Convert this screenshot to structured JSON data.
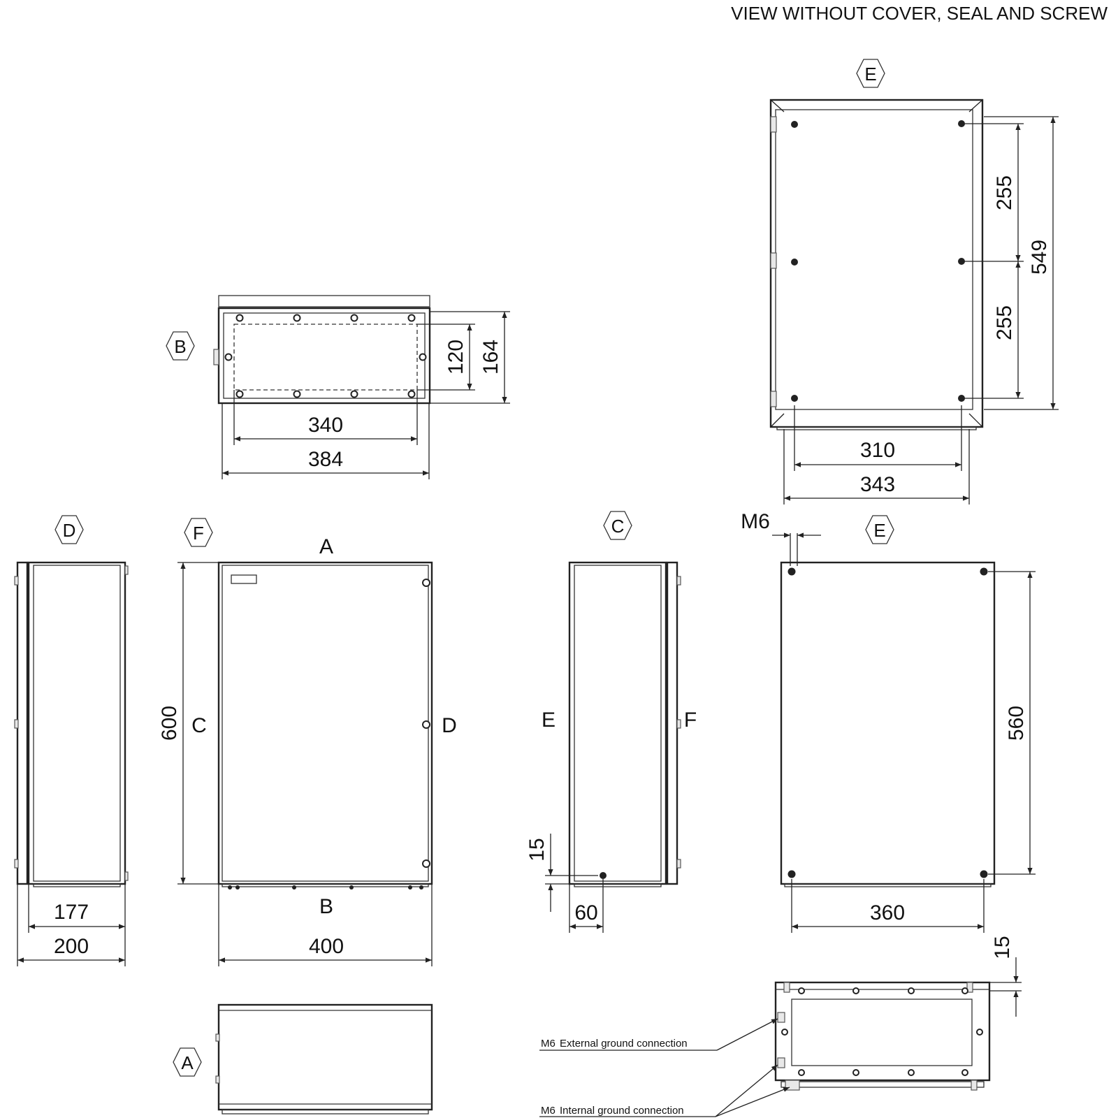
{
  "title": "VIEW WITHOUT COVER, SEAL AND SCREW",
  "view_markers": {
    "top_right": "E",
    "top_left": "B",
    "side_left": "D",
    "front": "F",
    "side_right": "C",
    "rear": "E",
    "bottom": "A"
  },
  "face_labels": {
    "top": "A",
    "bottom": "B",
    "left": "C",
    "right": "D",
    "side_left": "E",
    "side_right": "F"
  },
  "dimensions": {
    "b_inner_width": "340",
    "b_outer_width": "384",
    "b_inner_height": "120",
    "b_outer_height": "164",
    "e_upper_spacing": "255",
    "e_lower_spacing": "255",
    "e_total_height": "549",
    "e_inner_width": "310",
    "e_outer_width": "343",
    "d_inner_depth": "177",
    "d_outer_depth": "200",
    "front_height": "600",
    "front_width": "400",
    "c_bottom_offset": "15",
    "c_side_offset": "60",
    "rear_thread": "M6",
    "rear_hole_height": "560",
    "rear_hole_width": "360",
    "bottom_offset": "15"
  },
  "notes": {
    "external_thread": "M6",
    "external_label": "External ground connection",
    "internal_thread": "M6",
    "internal_label": "Internal ground connection"
  }
}
